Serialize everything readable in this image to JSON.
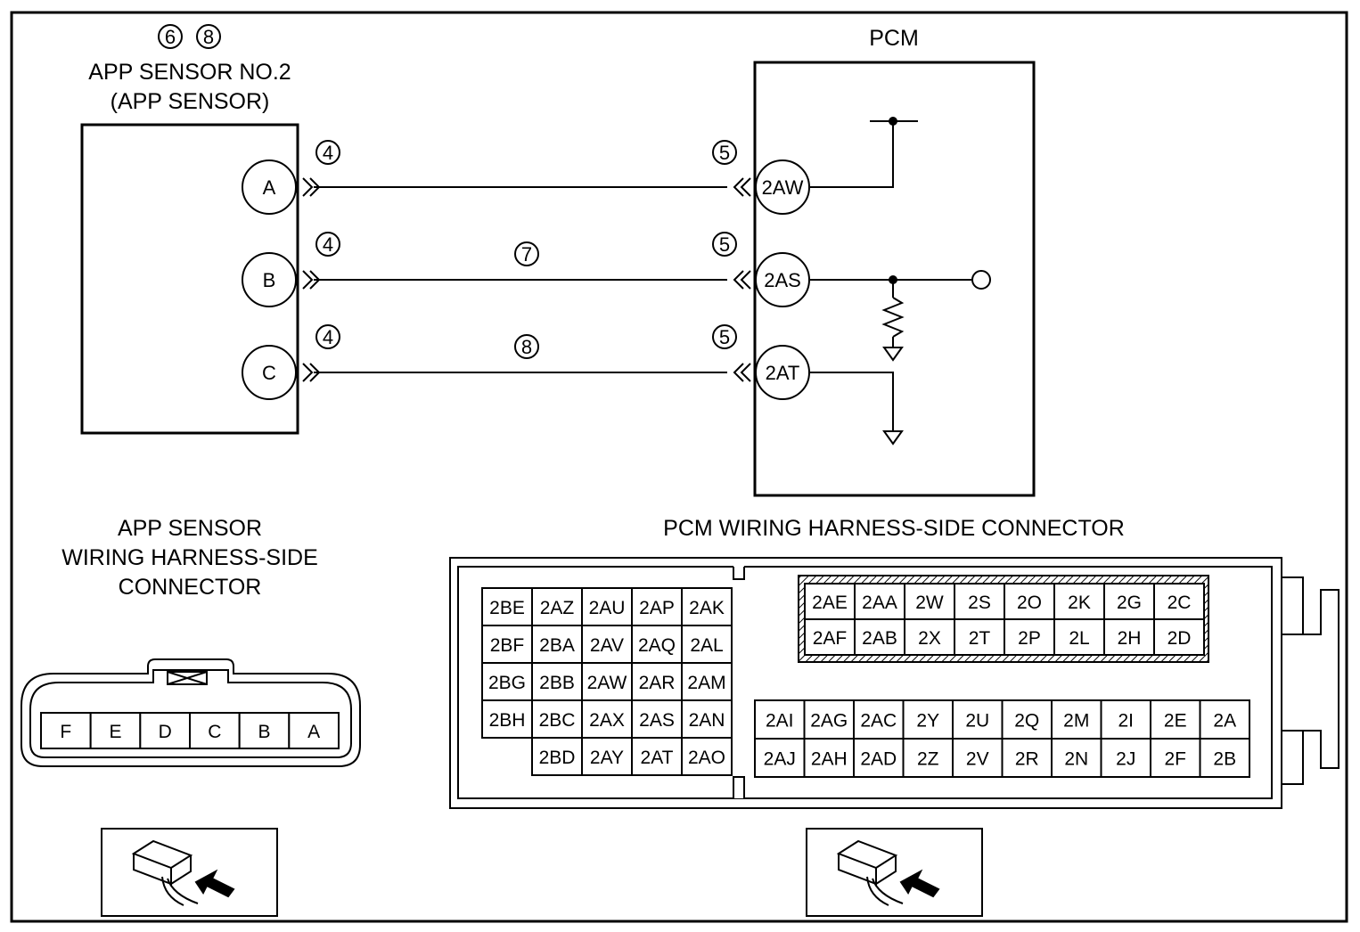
{
  "pcm_title": "PCM",
  "app_sensor": {
    "ref_marks": [
      "6",
      "8"
    ],
    "title_line1": "APP SENSOR NO.2",
    "title_line2": "(APP SENSOR)",
    "pins": [
      "A",
      "B",
      "C"
    ]
  },
  "circuits": [
    {
      "sensor_pin": "A",
      "pcm_pin": "2AW",
      "sensor_ref": "4",
      "pcm_ref": "5",
      "wire_ref": ""
    },
    {
      "sensor_pin": "B",
      "pcm_pin": "2AS",
      "sensor_ref": "4",
      "pcm_ref": "5",
      "wire_ref": "7"
    },
    {
      "sensor_pin": "C",
      "pcm_pin": "2AT",
      "sensor_ref": "4",
      "pcm_ref": "5",
      "wire_ref": "8"
    }
  ],
  "app_connector": {
    "title_lines": [
      "APP SENSOR",
      "WIRING HARNESS-SIDE",
      "CONNECTOR"
    ],
    "pins": [
      "F",
      "E",
      "D",
      "C",
      "B",
      "A"
    ]
  },
  "pcm_connector": {
    "title": "PCM WIRING HARNESS-SIDE CONNECTOR",
    "left_block": [
      [
        "2BE",
        "2AZ",
        "2AU",
        "2AP",
        "2AK"
      ],
      [
        "2BF",
        "2BA",
        "2AV",
        "2AQ",
        "2AL"
      ],
      [
        "2BG",
        "2BB",
        "2AW",
        "2AR",
        "2AM"
      ],
      [
        "2BH",
        "2BC",
        "2AX",
        "2AS",
        "2AN"
      ],
      [
        "",
        "2BD",
        "2AY",
        "2AT",
        "2AO"
      ]
    ],
    "top_block": [
      [
        "2AE",
        "2AA",
        "2W",
        "2S",
        "2O",
        "2K",
        "2G",
        "2C"
      ],
      [
        "2AF",
        "2AB",
        "2X",
        "2T",
        "2P",
        "2L",
        "2H",
        "2D"
      ]
    ],
    "bottom_block": [
      [
        "2AI",
        "2AG",
        "2AC",
        "2Y",
        "2U",
        "2Q",
        "2M",
        "2I",
        "2E",
        "2A"
      ],
      [
        "2AJ",
        "2AH",
        "2AD",
        "2Z",
        "2V",
        "2R",
        "2N",
        "2J",
        "2F",
        "2B"
      ]
    ]
  }
}
